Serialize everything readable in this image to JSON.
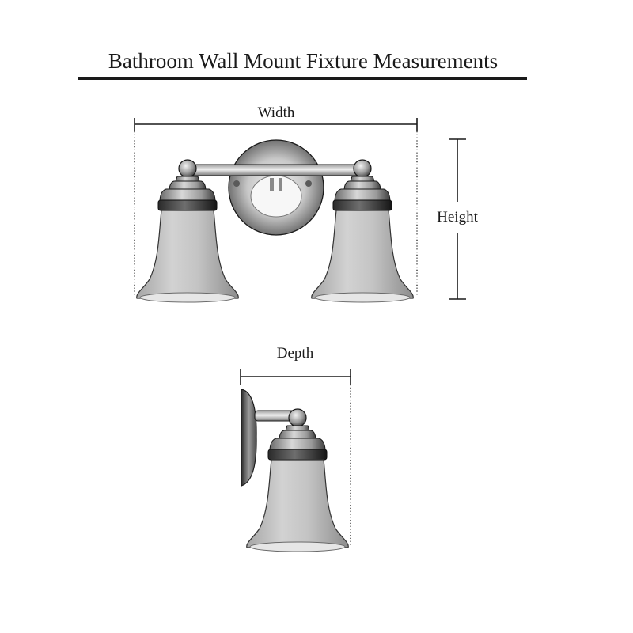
{
  "title": "Bathroom Wall Mount Fixture Measurements",
  "labels": {
    "width": "Width",
    "height": "Height",
    "depth": "Depth"
  },
  "colors": {
    "ink": "#1a1a1a",
    "shade_light": "#c9c9c9",
    "shade_mid": "#8f8f8f",
    "shade_dark": "#3a3a3a",
    "chrome_highlight": "#f2f2f2"
  },
  "icons": {
    "front_view": "double-vanity-light-fixture",
    "side_view": "single-sconce-side-profile"
  }
}
